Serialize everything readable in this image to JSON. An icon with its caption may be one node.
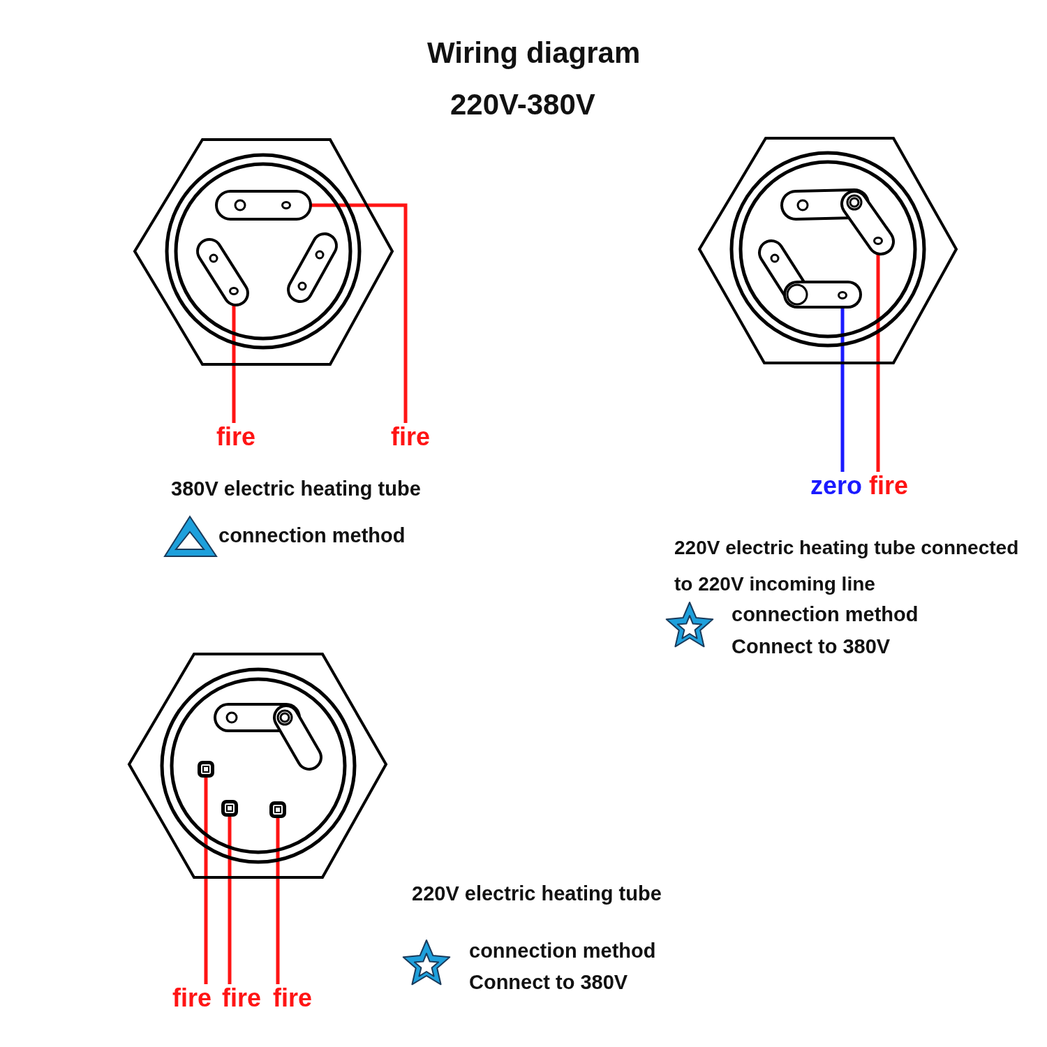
{
  "diagram": {
    "title": "Wiring diagram",
    "nodes": [
      {
        "text": [],
        "shape": "hexagon"
      },
      {
        "text": [],
        "shape": "circle",
        "in": 0
      },
      {
        "text": [],
        "shape": "circle",
        "in": 0
      },
      {
        "text": [
          "fire"
        ]
      },
      {
        "text": [
          "fire"
        ]
      },
      {
        "text": [],
        "shape": "hexagon"
      },
      {
        "text": [],
        "shape": "circle",
        "in": 5
      },
      {
        "text": [],
        "shape": "circle",
        "in": 5
      },
      {
        "text": [
          "zero"
        ]
      },
      {
        "text": [
          "fire"
        ]
      },
      {
        "text": [],
        "shape": "hexagon"
      },
      {
        "text": [],
        "shape": "circle",
        "in": 10
      },
      {
        "text": [],
        "shape": "circle",
        "in": 10
      },
      {
        "text": [],
        "shape": "circle",
        "in": 10
      },
      {
        "text": [
          "fire"
        ]
      },
      {
        "text": [
          "fire"
        ]
      },
      {
        "text": [
          "fire"
        ]
      }
    ],
    "edges": [
      {
        "from": 2,
        "to": 3,
        "arrow": "none"
      },
      {
        "from": 1,
        "to": 4,
        "arrow": "none"
      },
      {
        "from": 6,
        "to": 8,
        "arrow": "none",
        "color": "#1a1aff"
      },
      {
        "from": 7,
        "to": 9,
        "arrow": "none"
      },
      {
        "from": 11,
        "to": 14,
        "arrow": "none"
      },
      {
        "from": 12,
        "to": 15,
        "arrow": "none"
      },
      {
        "from": 13,
        "to": 16,
        "arrow": "none"
      }
    ],
    "labels": [
      "220V-380V",
      "380V electric heating tube",
      "connection method",
      "220V electric heating tube connected to 220V incoming line",
      "connection method",
      "Connect to 380V",
      "220V electric heating tube",
      "connection method",
      "Connect to 380V"
    ]
  }
}
